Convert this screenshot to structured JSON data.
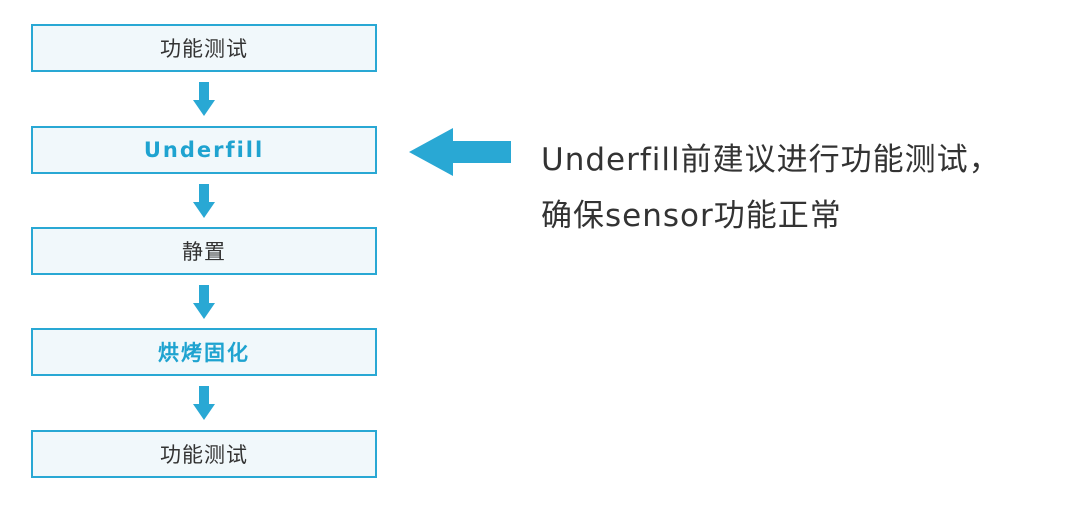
{
  "flow": {
    "steps": [
      {
        "label": "功能测试",
        "highlight": false
      },
      {
        "label": "Underfill",
        "highlight": true
      },
      {
        "label": "静置",
        "highlight": false
      },
      {
        "label": "烘烤固化",
        "highlight": true
      },
      {
        "label": "功能测试",
        "highlight": false
      }
    ]
  },
  "note": {
    "line1": "Underfill前建议进行功能测试，",
    "line2": "确保sensor功能正常"
  },
  "colors": {
    "accent": "#29a8d4",
    "box_fill": "#f1f8fb",
    "text": "#333333"
  }
}
